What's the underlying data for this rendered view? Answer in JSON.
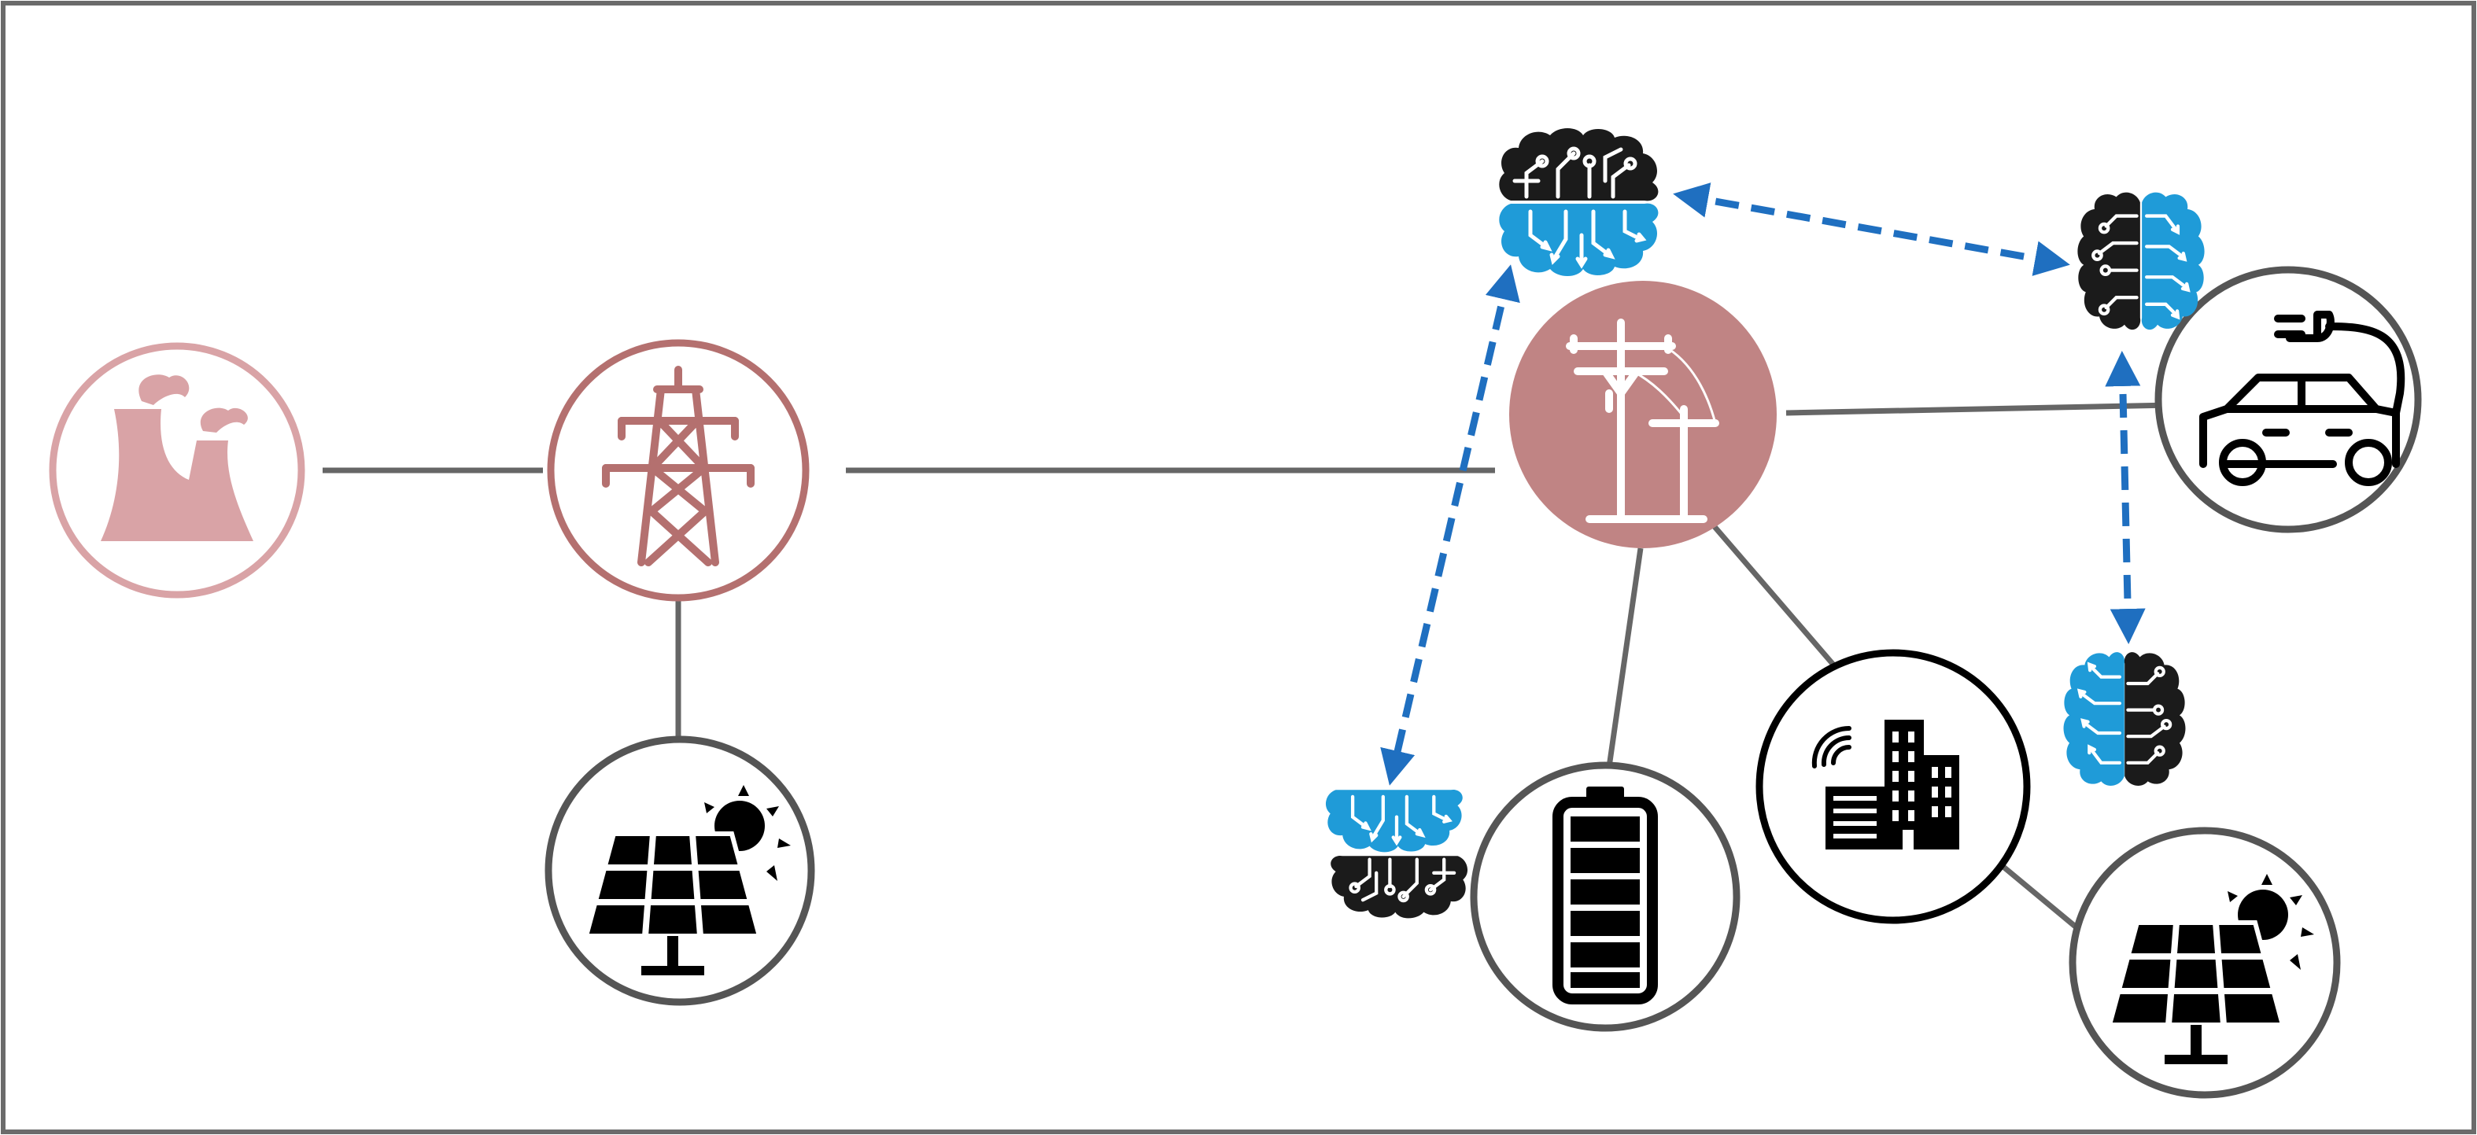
{
  "diagram": {
    "frame_color": "#6b6b6b",
    "line_color": "#666666",
    "ring_color": "#555555",
    "ring_black": "#000000",
    "generation_color": "#d9a3a6",
    "transmission_color": "#b4706f",
    "distribution_fill": "#c08484",
    "ai_blue": "#1f9bd8",
    "ai_dark": "#1b1b1b",
    "arrow_color": "#1f6fc0",
    "nodes": [
      {
        "id": "power-plant",
        "icon": "power-plant-icon",
        "role": "generation"
      },
      {
        "id": "transmission-tower",
        "icon": "transmission-tower-icon",
        "role": "transmission"
      },
      {
        "id": "solar-panel-main",
        "icon": "solar-panel-icon",
        "role": "prosumer"
      },
      {
        "id": "distribution-pole",
        "icon": "utility-pole-icon",
        "role": "distribution"
      },
      {
        "id": "electric-vehicle",
        "icon": "electric-car-icon",
        "role": "prosumer"
      },
      {
        "id": "battery",
        "icon": "battery-icon",
        "role": "prosumer"
      },
      {
        "id": "smart-building",
        "icon": "smart-building-icon",
        "role": "prosumer"
      },
      {
        "id": "solar-panel-right",
        "icon": "solar-panel-icon",
        "role": "prosumer"
      }
    ],
    "agents": [
      {
        "id": "agent-top",
        "icon": "brain-circuit-icon"
      },
      {
        "id": "agent-right",
        "icon": "brain-circuit-icon"
      },
      {
        "id": "agent-bottom-left",
        "icon": "brain-circuit-icon"
      },
      {
        "id": "agent-bottom-right",
        "icon": "brain-circuit-icon"
      }
    ]
  }
}
